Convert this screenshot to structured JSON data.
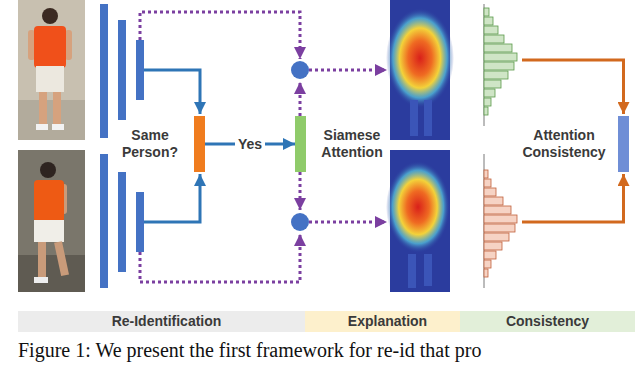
{
  "diagram": {
    "caption": "Figure 1: We present the first framework for re-id that pro",
    "nodes": [
      {
        "text": [
          "Same Person?"
        ]
      },
      {
        "text": [
          "Siamese Attention"
        ]
      },
      {
        "text": [
          "Attention Consistency"
        ]
      },
      {
        "text": [
          "Re-Identification"
        ]
      },
      {
        "text": [
          "Explanation"
        ]
      },
      {
        "text": [
          "Consistency"
        ]
      }
    ],
    "edges": [
      {
        "from": 0,
        "to": 1,
        "arrow": "to",
        "label": "Yes"
      }
    ]
  }
}
